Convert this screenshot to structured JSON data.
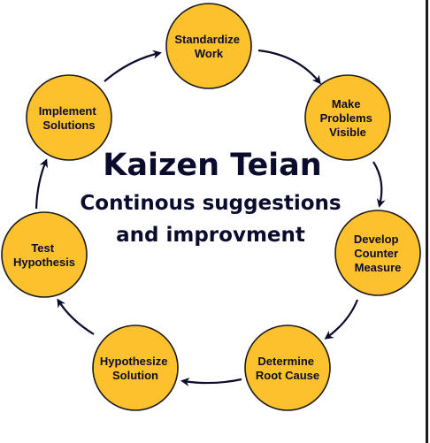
{
  "title": "Kaizen Teian",
  "subtitle_lines": [
    "Continous suggestions",
    "and improvment"
  ],
  "colors": {
    "node_fill": "#fdc12d",
    "text": "#0b0b2e",
    "arrow": "#0b0b2e"
  },
  "steps": [
    {
      "lines": [
        "Standardize",
        "Work"
      ]
    },
    {
      "lines": [
        "Make",
        "Problems",
        "Visible"
      ]
    },
    {
      "lines": [
        "Develop",
        "Counter",
        "Measure"
      ]
    },
    {
      "lines": [
        "Determine",
        "Root Cause"
      ]
    },
    {
      "lines": [
        "Hypothesize",
        "Solution"
      ]
    },
    {
      "lines": [
        "Test",
        "Hypothesis"
      ]
    },
    {
      "lines": [
        "Implement",
        "Solutions"
      ]
    }
  ]
}
